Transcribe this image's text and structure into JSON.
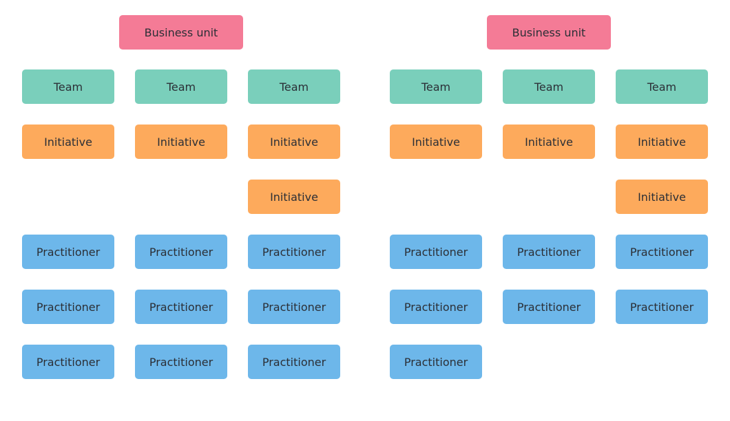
{
  "colors": {
    "business_unit": "#f47b96",
    "team": "#7acfbb",
    "initiative": "#fdaa5c",
    "practitioner": "#6db7ea"
  },
  "left": {
    "business_unit": "Business unit",
    "teams": [
      "Team",
      "Team",
      "Team"
    ],
    "initiatives": [
      "Initiative",
      "Initiative",
      "Initiative",
      "Initiative"
    ],
    "practitioners": [
      "Practitioner",
      "Practitioner",
      "Practitioner",
      "Practitioner",
      "Practitioner",
      "Practitioner",
      "Practitioner",
      "Practitioner",
      "Practitioner"
    ]
  },
  "right": {
    "business_unit": "Business unit",
    "teams": [
      "Team",
      "Team",
      "Team"
    ],
    "initiatives": [
      "Initiative",
      "Initiative",
      "Initiative",
      "Initiative"
    ],
    "practitioners": [
      "Practitioner",
      "Practitioner",
      "Practitioner",
      "Practitioner",
      "Practitioner",
      "Practitioner",
      "Practitioner"
    ]
  }
}
